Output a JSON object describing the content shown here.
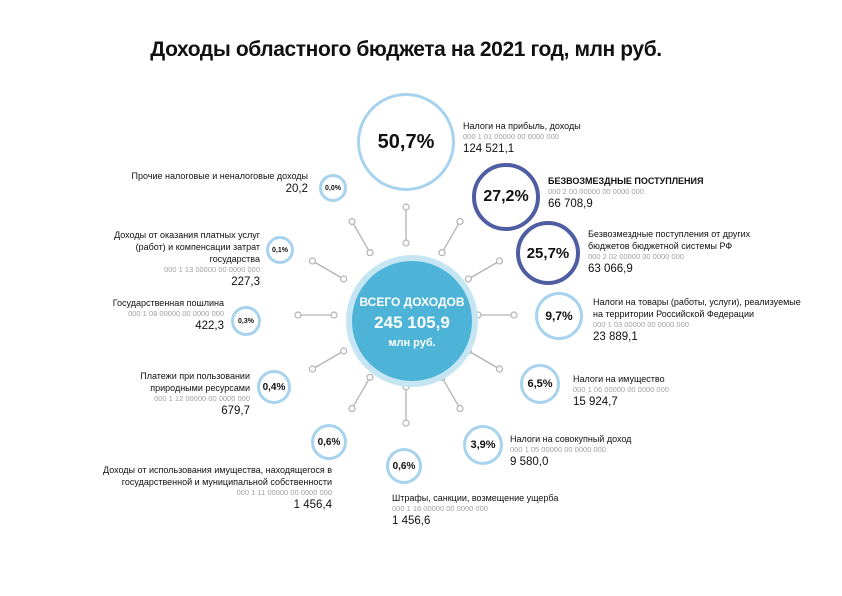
{
  "title": "Доходы областного бюджета на 2021 год, млн руб.",
  "center": {
    "label": "ВСЕГО ДОХОДОВ",
    "value": "245 105,9",
    "unit": "млн руб."
  },
  "colors": {
    "light_ring": "#a8d3ef",
    "dark_ring": "#4f5ea2",
    "center_fill": "#4db4d8",
    "spoke": "#b3b3b3"
  },
  "items": [
    {
      "pct": "50,7%",
      "name": "Налоги на прибыль, доходы",
      "code": "000 1 01 00000 00 0000 000",
      "value": "124 521,1"
    },
    {
      "pct": "27,2%",
      "name": "БЕЗВОЗМЕЗДНЫЕ ПОСТУПЛЕНИЯ",
      "code": "000 2 00 00000 00 0000 000",
      "value": "66 708,9"
    },
    {
      "pct": "25,7%",
      "name": "Безвозмездные поступления от других бюджетов бюджетной системы РФ",
      "code": "000 2 02 00000 00 0000 000",
      "value": "63 066,9"
    },
    {
      "pct": "9,7%",
      "name": "Налоги на товары (работы, услуги), реализуемые на территории Российской Федерации",
      "code": "000 1 03 00000 00 0000 000",
      "value": "23 889,1"
    },
    {
      "pct": "6,5%",
      "name": "Налоги на имущество",
      "code": "000 1 06 00000 00 0000 000",
      "value": "15 924,7"
    },
    {
      "pct": "3,9%",
      "name": "Налоги на совокупный доход",
      "code": "000 1 05 00000 00 0000 000",
      "value": "9 580,0"
    },
    {
      "pct": "0,6%",
      "name": "Штрафы, санкции, возмещение ущерба",
      "code": "000 1 16 00000 00 0000 000",
      "value": "1 456,6"
    },
    {
      "pct": "0,6%",
      "name": "Доходы от использования имущества, находящегося в государственной и муниципальной собственности",
      "code": "000 1 11 00000 00 0000 000",
      "value": "1 456,4"
    },
    {
      "pct": "0,4%",
      "name": "Платежи при пользовании природными ресурсами",
      "code": "000 1 12 00000 00 0000 000",
      "value": "679,7"
    },
    {
      "pct": "0,3%",
      "name": "Государственная пошлина",
      "code": "000 1 08 00000 00 0000 000",
      "value": "422,3"
    },
    {
      "pct": "0,1%",
      "name": "Доходы от оказания платных услуг (работ) и компенсации затрат государства",
      "code": "000 1 13 00000 00 0000 000",
      "value": "227,3"
    },
    {
      "pct": "0,0%",
      "name": "Прочие налоговые и неналоговые доходы",
      "code": "",
      "value": "20,2"
    }
  ]
}
